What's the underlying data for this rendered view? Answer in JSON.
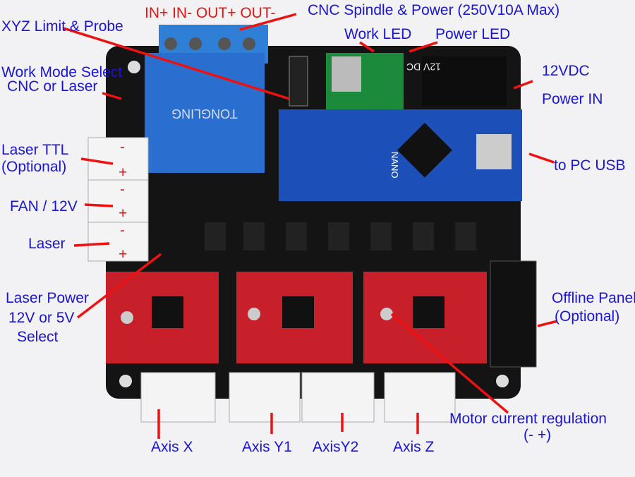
{
  "labels": {
    "terminals": "IN+ IN- OUT+ OUT-",
    "spindle": "CNC Spindle & Power (250V10A Max)",
    "limit": "XYZ Limit & Probe",
    "work_led": "Work LED",
    "power_led": "Power LED",
    "work_mode_1": "Work Mode Select",
    "work_mode_2": "CNC or Laser",
    "vdc": "12VDC",
    "power_in": "Power IN",
    "laser_ttl_1": "Laser TTL",
    "laser_ttl_2": "(Optional)",
    "usb": "to PC USB",
    "fan": "FAN / 12V",
    "laser": "Laser",
    "laser_power_1": "Laser Power",
    "laser_power_2": "12V or 5V",
    "laser_power_3": "Select",
    "offline_1": "Offline Panel",
    "offline_2": "(Optional)",
    "motor_1": "Motor current regulation",
    "motor_2": "(- +)",
    "axis_x": "Axis X",
    "axis_y1": "Axis Y1",
    "axis_y2": "AxisY2",
    "axis_z": "Axis Z",
    "minus": "-",
    "plus": "+"
  },
  "board": {
    "relay_text": "TONGLING",
    "nano_text": "NANO",
    "dc_text": "12V DC"
  },
  "colors": {
    "label": "#1a14d6",
    "arrow": "#ee1111",
    "pcb": "#111111",
    "relay": "#2a6fd0",
    "nano": "#1d4fb8",
    "driver": "#c8202a"
  }
}
